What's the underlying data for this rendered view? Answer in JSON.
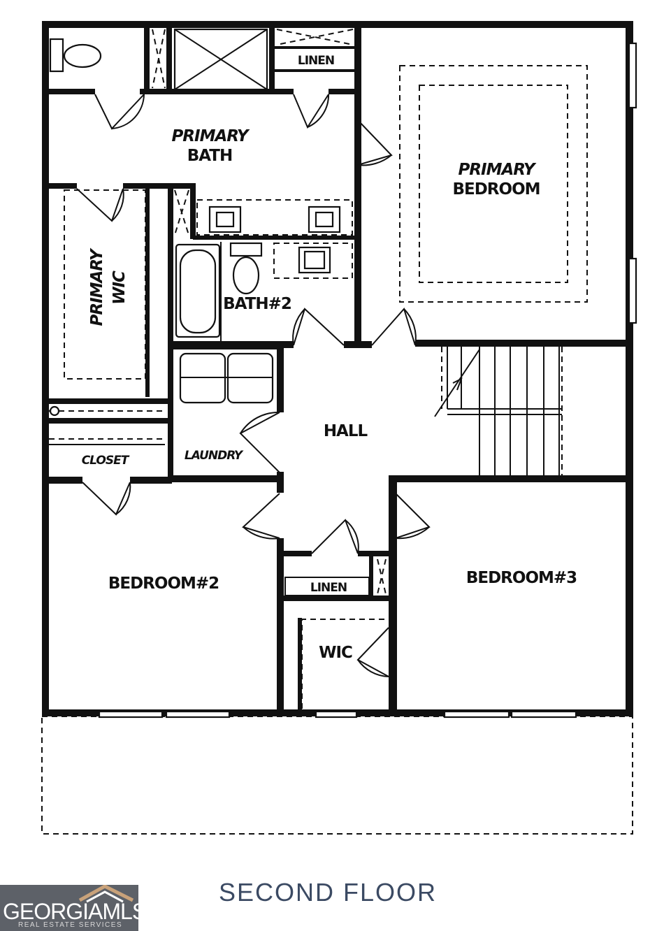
{
  "plan": {
    "caption": "SECOND FLOOR",
    "rooms": {
      "primary_bath": [
        "PRIMARY",
        "BATH"
      ],
      "primary_bedroom": [
        "PRIMARY",
        "BEDROOM"
      ],
      "primary_wic": [
        "PRIMARY",
        "WIC"
      ],
      "bath2": "BATH#2",
      "hall": "HALL",
      "laundry": "LAUNDRY",
      "closet": "CLOSET",
      "bedroom2": "BEDROOM#2",
      "bedroom3": "BEDROOM#3",
      "wic": "WIC",
      "linen_top": "LINEN",
      "linen_mid": "LINEN"
    }
  },
  "logo": {
    "brand": "GEORGIAMLS",
    "tagline": "REAL ESTATE SERVICES"
  }
}
